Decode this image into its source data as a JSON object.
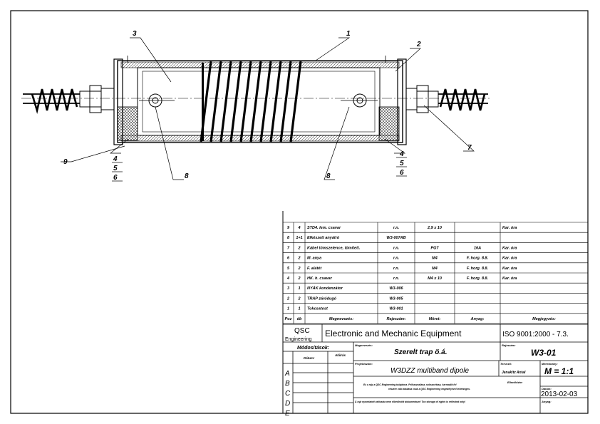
{
  "drawing": {
    "callouts": {
      "c1": "1",
      "c2": "2",
      "c3": "3",
      "c4a": "4",
      "c5a": "5",
      "c6a": "6",
      "c4b": "4",
      "c5b": "5",
      "c6b": "6",
      "c7": "7",
      "c8a": "8",
      "c8b": "8",
      "c9": "9"
    }
  },
  "bom": {
    "rows": [
      {
        "pos": "9",
        "qty": "4",
        "name": "STD4. lem. csavar",
        "ref": "r.n.",
        "size": "2,9 x 10",
        "mat": "",
        "note": "Kar. óra"
      },
      {
        "pos": "8",
        "qty": "1+1",
        "name": "Elkészett anyátró",
        "ref": "W3-007AB",
        "size": "",
        "mat": "",
        "note": ""
      },
      {
        "pos": "7",
        "qty": "2",
        "name": "Kábel tömszelence, tömített.",
        "ref": "r.n.",
        "size": "PG7",
        "mat": "16A",
        "note": "Kar. óra"
      },
      {
        "pos": "6",
        "qty": "2",
        "name": "M. anya",
        "ref": "r.n.",
        "size": "M4",
        "mat": "F. horg. 8.8.",
        "note": "Kar. óra"
      },
      {
        "pos": "5",
        "qty": "2",
        "name": "F. alátét",
        "ref": "r.n.",
        "size": "M4",
        "mat": "F. horg. 8.8.",
        "note": "Kar. óra"
      },
      {
        "pos": "4",
        "qty": "2",
        "name": "HK. h. csavar",
        "ref": "r.n.",
        "size": "M4 x 10",
        "mat": "F. horg. 8.8.",
        "note": "Kar. óra"
      },
      {
        "pos": "3",
        "qty": "1",
        "name": "NYÁK kondenzátor",
        "ref": "W3-006",
        "size": "",
        "mat": "",
        "note": ""
      },
      {
        "pos": "2",
        "qty": "2",
        "name": "TRAP záródugó",
        "ref": "W3-005",
        "size": "",
        "mat": "",
        "note": ""
      },
      {
        "pos": "1",
        "qty": "1",
        "name": "Tokcsatost",
        "ref": "W3-001",
        "size": "",
        "mat": "",
        "note": ""
      }
    ],
    "headers": {
      "pos": "Poz",
      "qty": "db",
      "name": "Megnevezés:",
      "ref": "Rajzszám:",
      "size": "Méret:",
      "mat": "Anyag:",
      "note": "Megjegyzés:"
    }
  },
  "title_block": {
    "company": "QSC",
    "company_sub": "Engineering",
    "main_title": "Electronic and Mechanic Equipment",
    "standard": "ISO 9001:2000 - 7.3.",
    "changes_label": "Módosítások:",
    "date_col": "Dátum:",
    "sign_col": "Aláírás",
    "name_label": "Megnevezés:",
    "name_value": "Szerelt trap ö.á.",
    "drawing_no_label": "Rajzszám:",
    "drawing_no": "W3-01",
    "project_label": "Projektszám:",
    "project_value": "W3DZZ multiband dipole",
    "designer_label": "Tervezõ:",
    "designer_value": "Jenakitz Antal",
    "scale_label": "Méretarány:",
    "scale_value": "M = 1:1",
    "checker_label": "Ellenőrizte:",
    "date_label": "Dátum:",
    "date_value": "2013-02-03",
    "copyright_line1": "Ez a rajz a QSC Engineering tulajdona. Felhasználása, sokszorítása, harmadik fél",
    "copyright_line2": "részére való átadása csak a QSC Engineering engedélyével lehetséges.",
    "copyright_line3": "Á rajz nyomtatott változata nem ellenőrzött dokumentum! Too storage of rights is reflected only!",
    "material_label": "Anyag:",
    "letters": [
      "A",
      "B",
      "C",
      "D",
      "E"
    ]
  }
}
